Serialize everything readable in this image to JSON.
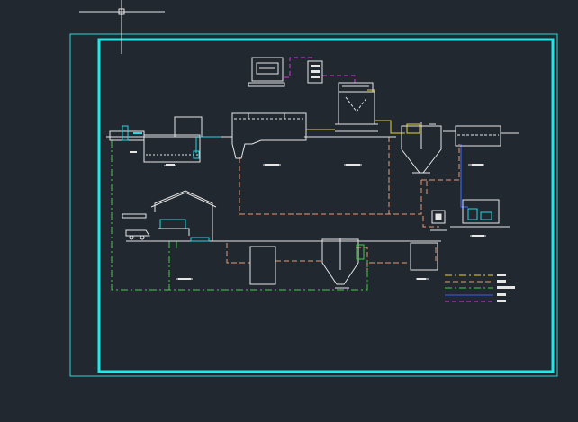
{
  "viewport": {
    "background": "#212830",
    "outer_frame_color": "#2fd6d6",
    "inner_frame_color": "#22e8e8",
    "crosshair_color": "#e8e8e8"
  },
  "line_colors": {
    "white": "#e6e6e6",
    "cyan": "#25d9e6",
    "yellow": "#e8d43a",
    "green": "#3fcf3f",
    "salmon": "#e89a72",
    "magenta": "#d93ad9",
    "blue": "#3a5ff0"
  },
  "legend": {
    "entries": [
      {
        "line": "yellow-dashdot"
      },
      {
        "line": "salmon-dash"
      },
      {
        "line": "green-dashdot"
      },
      {
        "line": "blue-solid"
      },
      {
        "line": "magenta-dash"
      }
    ]
  },
  "icons": {
    "crosshair": "crosshair-cursor-icon",
    "control_monitor": "control-monitor-icon",
    "control_panel": "control-panel-icon"
  }
}
